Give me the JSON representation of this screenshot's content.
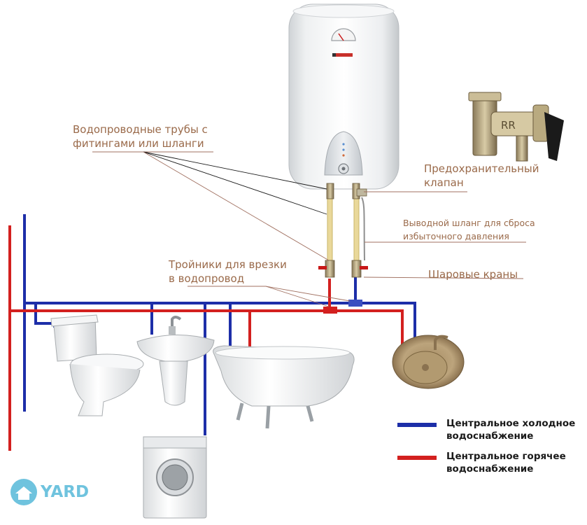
{
  "labels": {
    "pipes": [
      "Водопроводные трубы с",
      "фитингами или шланги"
    ],
    "safety_valve": [
      "Предохранительный",
      "клапан"
    ],
    "drain_hose": [
      "Выводной шланг для сброса",
      "избыточного давления"
    ],
    "tees": [
      "Тройники для врезки",
      "в водопровод"
    ],
    "ball_valves": "Шаровые краны"
  },
  "legend": {
    "cold": {
      "text": [
        "Центральное холодное",
        "водоснабжение"
      ],
      "color": "#1d2ea8"
    },
    "hot": {
      "text": [
        "Центральное горячее",
        "водоснабжение"
      ],
      "color": "#d3201f"
    }
  },
  "watermark": {
    "text": "YARD",
    "color": "#6fc3de"
  },
  "colors": {
    "cold_pipe": "#1d2ea8",
    "hot_pipe": "#d3201f",
    "label_text": "#9a6a4a",
    "leader_line": "#a07060"
  },
  "icons": [
    "water-heater-icon",
    "safety-valve-icon",
    "toilet-icon",
    "washbasin-icon",
    "bathtub-icon",
    "kitchen-sink-icon",
    "washing-machine-icon",
    "ball-valve-icon",
    "tee-fitting-icon",
    "yard-logo-icon"
  ]
}
